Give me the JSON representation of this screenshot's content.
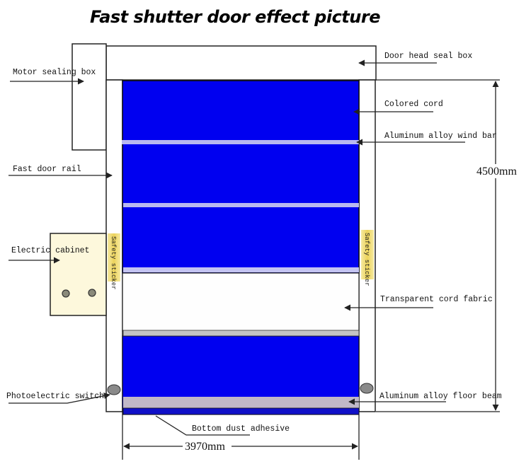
{
  "title": "Fast shutter door effect picture",
  "labels": {
    "motor_sealing_box": "Motor sealing box",
    "door_head_seal_box": "Door head seal box",
    "colored_cord": "Colored cord",
    "aluminum_wind_bar": "Aluminum alloy wind bar",
    "fast_door_rail": "Fast door rail",
    "electric_cabinet": "Electric cabinet",
    "transparent_cord_fabric": "Transparent cord fabric",
    "photoelectric_switch": "Photoelectric switch",
    "aluminum_floor_beam": "Aluminum alloy floor beam",
    "bottom_dust_adhesive": "Bottom dust adhesive",
    "safety_sticker_left": "Safety sticker",
    "safety_sticker_right": "Safety sticker"
  },
  "dimensions": {
    "height": "4500mm",
    "width": "3970mm"
  },
  "colors": {
    "curtain_blue": "#0000f0",
    "wind_bar": "#b8b8f0",
    "floor_beam": "#c0b8c8",
    "cabinet": "#fdf8dc",
    "sticker": "#f0dc60"
  }
}
